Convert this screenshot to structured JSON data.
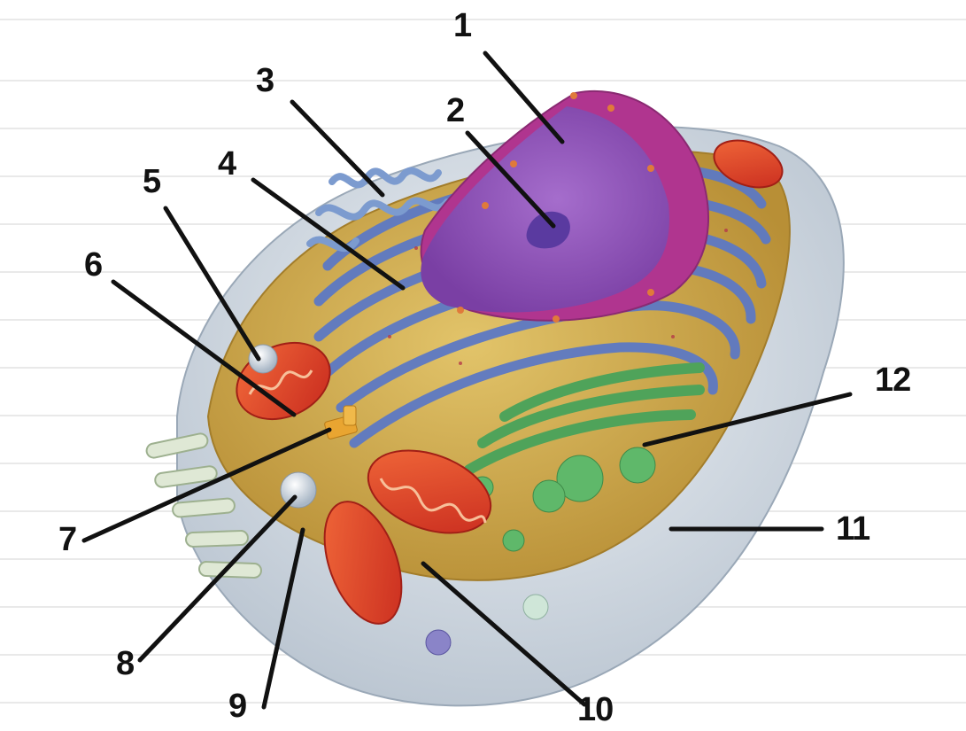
{
  "labels": {
    "n1": "1",
    "n2": "2",
    "n3": "3",
    "n4": "4",
    "n5": "5",
    "n6": "6",
    "n7": "7",
    "n8": "8",
    "n9": "9",
    "n10": "10",
    "n11": "11",
    "n12": "12"
  },
  "colors": {
    "nucleus": "#8e4fb6",
    "nuclear_envelope": "#b0358f",
    "er": "#5d79c4",
    "golgi": "#4fa35a",
    "mitochondria": "#e0442a",
    "cytoplasm": "#c9a64e",
    "membrane": "#d6dde6",
    "leader_line": "#111111"
  }
}
